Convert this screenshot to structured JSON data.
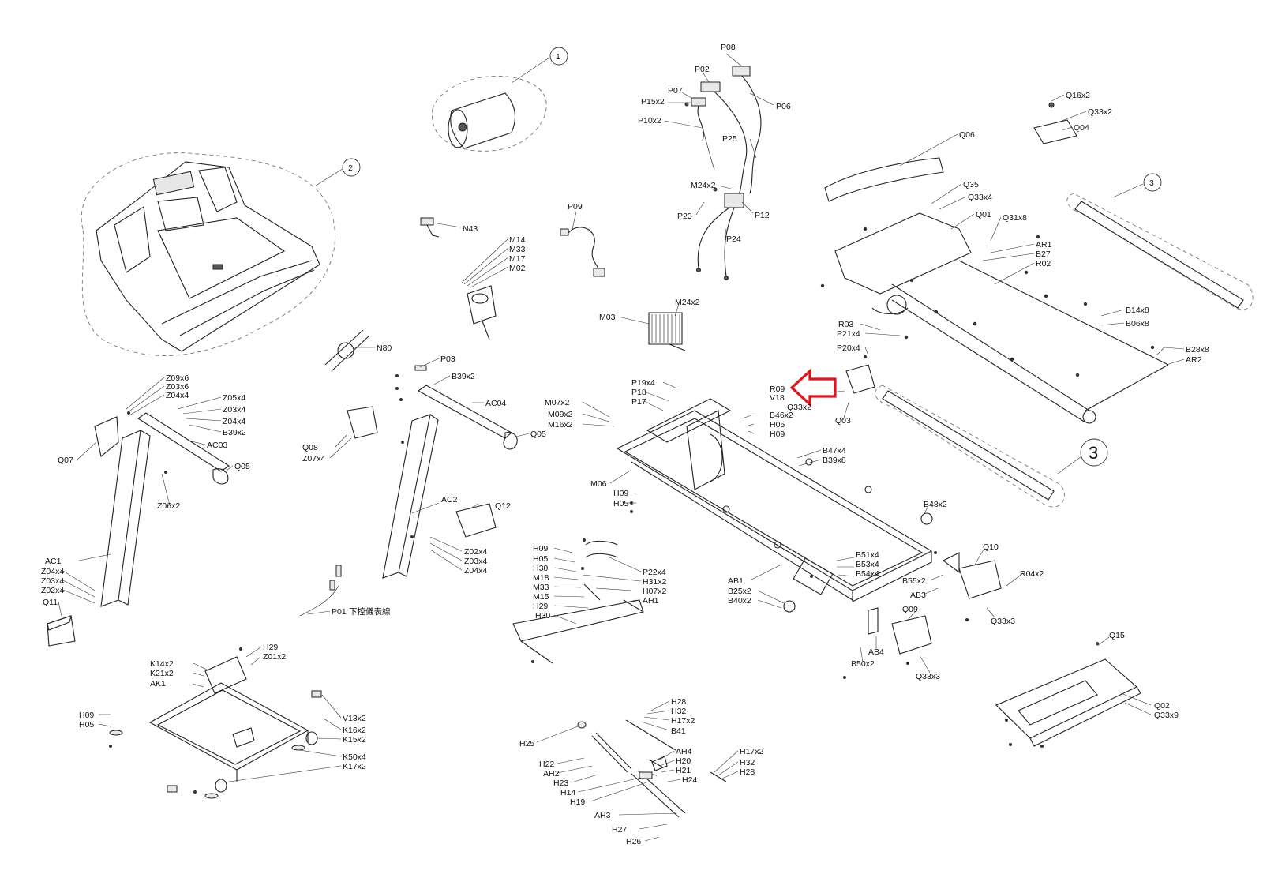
{
  "callouts": {
    "c1": "1",
    "c2": "2",
    "c3a": "3",
    "c3b": "3"
  },
  "labels": {
    "P08": "P08",
    "P02": "P02",
    "P07": "P07",
    "P15x2": "P15x2",
    "P06": "P06",
    "P10x2": "P10x2",
    "P25": "P25",
    "M24x2a": "M24x2",
    "P12": "P12",
    "P23": "P23",
    "P24": "P24",
    "P09": "P09",
    "N43": "N43",
    "M14": "M14",
    "M33": "M33",
    "M17": "M17",
    "M02": "M02",
    "M03": "M03",
    "M24x2b": "M24x2",
    "Q16x2": "Q16x2",
    "Q33x2": "Q33x2",
    "Q04": "Q04",
    "Q06": "Q06",
    "Q35": "Q35",
    "Q33x4": "Q33x4",
    "Q01": "Q01",
    "Q31x8": "Q31x8",
    "AR1": "AR1",
    "B27": "B27",
    "R02": "R02",
    "R03": "R03",
    "P21x4": "P21x4",
    "P20x4": "P20x4",
    "B14x8": "B14x8",
    "B06x8": "B06x8",
    "B28x8": "B28x8",
    "AR2": "AR2",
    "N80": "N80",
    "P03": "P03",
    "B39x2a": "B39x2",
    "Z09x6": "Z09x6",
    "Z03x6": "Z03x6",
    "Z04x4a": "Z04x4",
    "Z05x4": "Z05x4",
    "Z03x4a": "Z03x4",
    "Z04x4b": "Z04x4",
    "B39x2b": "B39x2",
    "AC03": "AC03",
    "Q05a": "Q05",
    "Q07": "Q07",
    "Z06x2": "Z06x2",
    "AC04": "AC04",
    "Q05b": "Q05",
    "Q08": "Q08",
    "Z07x4": "Z07x4",
    "M07x2": "M07x2",
    "M09x2": "M09x2",
    "M16x2": "M16x2",
    "P19x4": "P19x4",
    "P18": "P18",
    "P17": "P17",
    "R09": "R09",
    "V18": "V18",
    "Q33x2b": "Q33x2",
    "B46x2": "B46x2",
    "H05a": "H05",
    "H09a": "H09",
    "Q03": "Q03",
    "B47x4": "B47x4",
    "B39x8": "B39x8",
    "M06": "M06",
    "H09b": "H09",
    "H05b": "H05",
    "AC2": "AC2",
    "Q12": "Q12",
    "Z02x4a": "Z02x4",
    "Z03x4b": "Z03x4",
    "Z04x4c": "Z04x4",
    "AC1": "AC1",
    "Z04x4d": "Z04x4",
    "Z03x4c": "Z03x4",
    "Z02x4b": "Z02x4",
    "Q11": "Q11",
    "P01": "P01",
    "P01cn": "下控儀表線",
    "H09c": "H09",
    "H05c": "H05",
    "H30a": "H30",
    "M18": "M18",
    "M33b": "M33",
    "M15": "M15",
    "H29a": "H29",
    "H30b": "H30",
    "P22x4": "P22x4",
    "H31x2": "H31x2",
    "H07x2": "H07x2",
    "AH1": "AH1",
    "B48x2": "B48x2",
    "Q10": "Q10",
    "B51x4": "B51x4",
    "B53x4": "B53x4",
    "B54x4": "B54x4",
    "AB1": "AB1",
    "B25x2": "B25x2",
    "B40x2": "B40x2",
    "B55x2": "B55x2",
    "AB3": "AB3",
    "R04x2": "R04x2",
    "Q09": "Q09",
    "Q33x3a": "Q33x3",
    "AB4": "AB4",
    "B50x2": "B50x2",
    "Q33x3b": "Q33x3",
    "Q15": "Q15",
    "Q02": "Q02",
    "Q33x9": "Q33x9",
    "H29b": "H29",
    "Z01x2": "Z01x2",
    "K14x2": "K14x2",
    "K21x2": "K21x2",
    "AK1": "AK1",
    "H09d": "H09",
    "H05d": "H05",
    "V13x2": "V13x2",
    "K16x2": "K16x2",
    "K15x2": "K15x2",
    "K50x4": "K50x4",
    "K17x2": "K17x2",
    "H28a": "H28",
    "H32a": "H32",
    "H17x2a": "H17x2",
    "B41": "B41",
    "H25": "H25",
    "AH4": "AH4",
    "H20": "H20",
    "H21": "H21",
    "H24": "H24",
    "H22": "H22",
    "AH2": "AH2",
    "H23": "H23",
    "H14": "H14",
    "H19": "H19",
    "AH3": "AH3",
    "H27": "H27",
    "H26": "H26",
    "H17x2b": "H17x2",
    "H32b": "H32",
    "H28b": "H28"
  },
  "highlight": {
    "color": "#e0141a",
    "target": "R09"
  }
}
